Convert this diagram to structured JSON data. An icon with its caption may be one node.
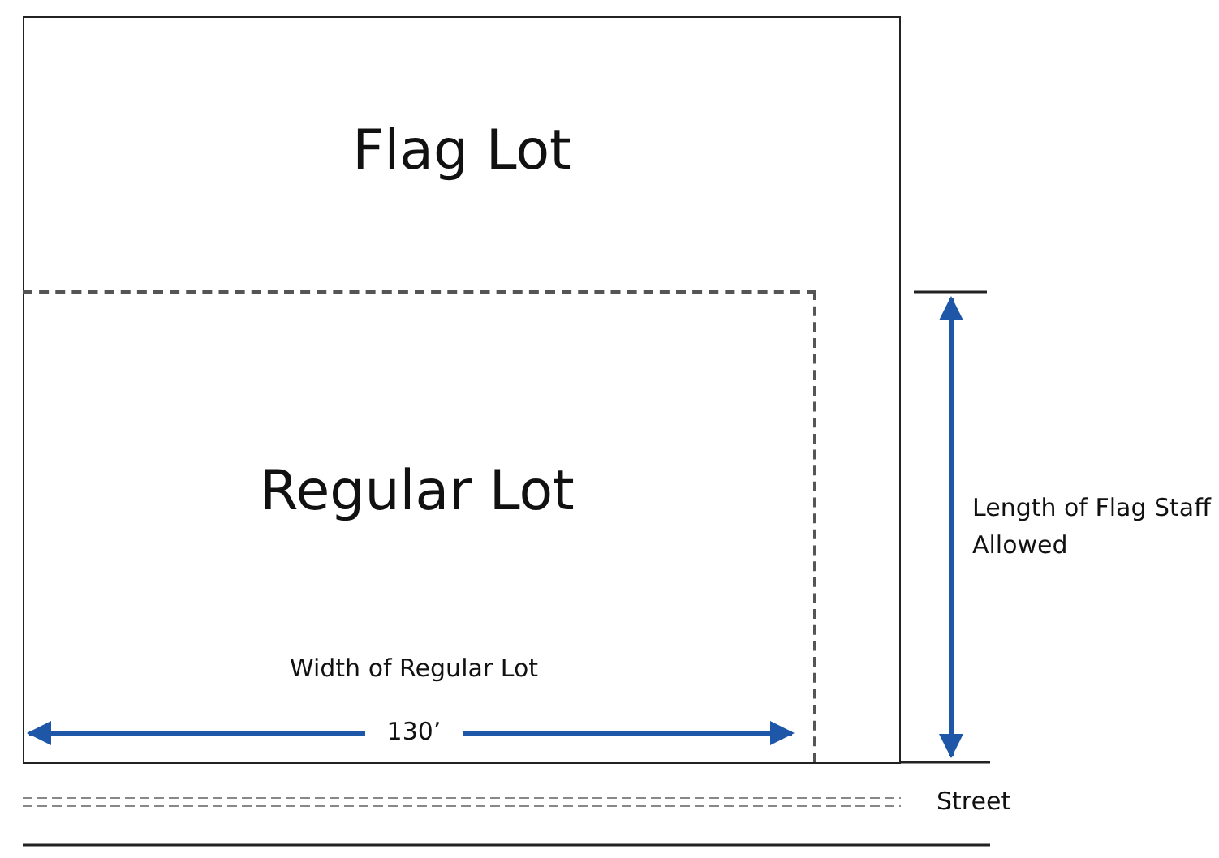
{
  "diagram": {
    "nodes": [
      {
        "text": [
          "Flag Lot"
        ]
      },
      {
        "text": [
          "Regular Lot"
        ],
        "in": 0
      }
    ],
    "labels": [
      "Width of Regular Lot",
      "130’",
      "Length of Flag Staff Allowed",
      "Street"
    ]
  }
}
